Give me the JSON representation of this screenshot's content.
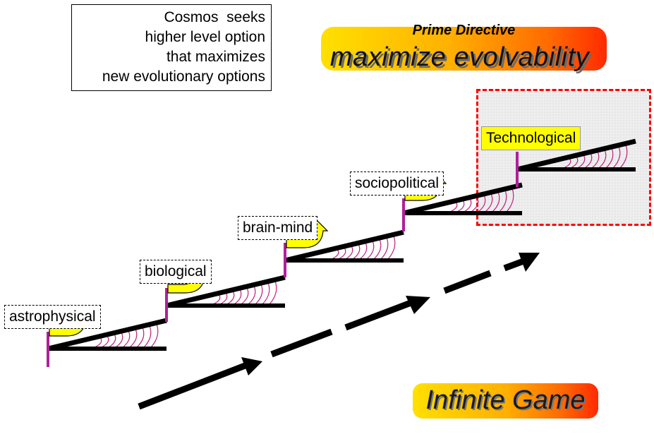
{
  "cosmos_box": {
    "lines": [
      "Cosmos  seeks",
      "higher level option",
      "that maximizes",
      "new evolutionary options"
    ]
  },
  "prime_banner": {
    "subtitle": "Prime Directive",
    "title": "maximize evolvability"
  },
  "levels": [
    {
      "label": "astrophysical"
    },
    {
      "label": "biological"
    },
    {
      "label": "brain-mind"
    },
    {
      "label": "sociopolitical"
    },
    {
      "label": "Technological"
    }
  ],
  "infinite_banner": {
    "text": "Infinite Game"
  },
  "colors": {
    "marker": "#b0209a",
    "arc": "#c02080",
    "arrow_fill": "#ffff00",
    "region_border": "#ff0000",
    "banner_start": "#ffe000",
    "banner_end": "#ff2a00"
  }
}
